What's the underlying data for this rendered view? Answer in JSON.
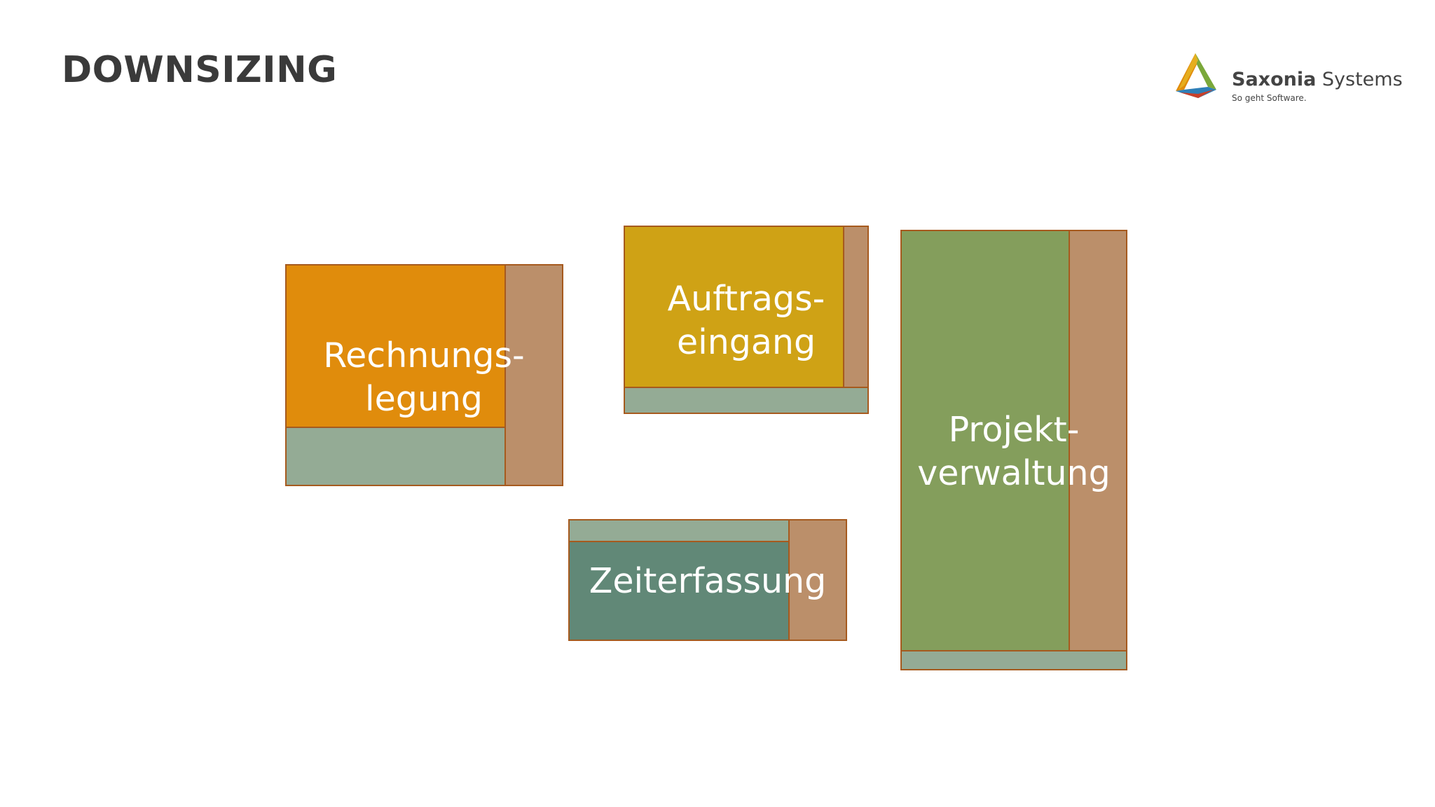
{
  "slide": {
    "title": "DOWNSIZING"
  },
  "logo": {
    "name_bold": "Saxonia",
    "name_regular": " Systems",
    "tagline": "So geht Software."
  },
  "blocks": {
    "rechnungslegung": {
      "line1": "Rechnungs-",
      "line2": "legung",
      "color": "#e08c0c"
    },
    "auftragseingang": {
      "line1": "Auftrags-",
      "line2": "eingang",
      "color": "#cfa215"
    },
    "zeiterfassung": {
      "line1": "Zeiterfassung",
      "color": "#618877"
    },
    "projektverwaltung": {
      "line1": "Projekt-",
      "line2": "verwaltung",
      "color": "#849e5c"
    }
  },
  "colors": {
    "border": "#a65a1e",
    "brown_segment": "#bb8f6a",
    "sage_segment": "#94ab95",
    "title_text": "#3a3a3a"
  }
}
